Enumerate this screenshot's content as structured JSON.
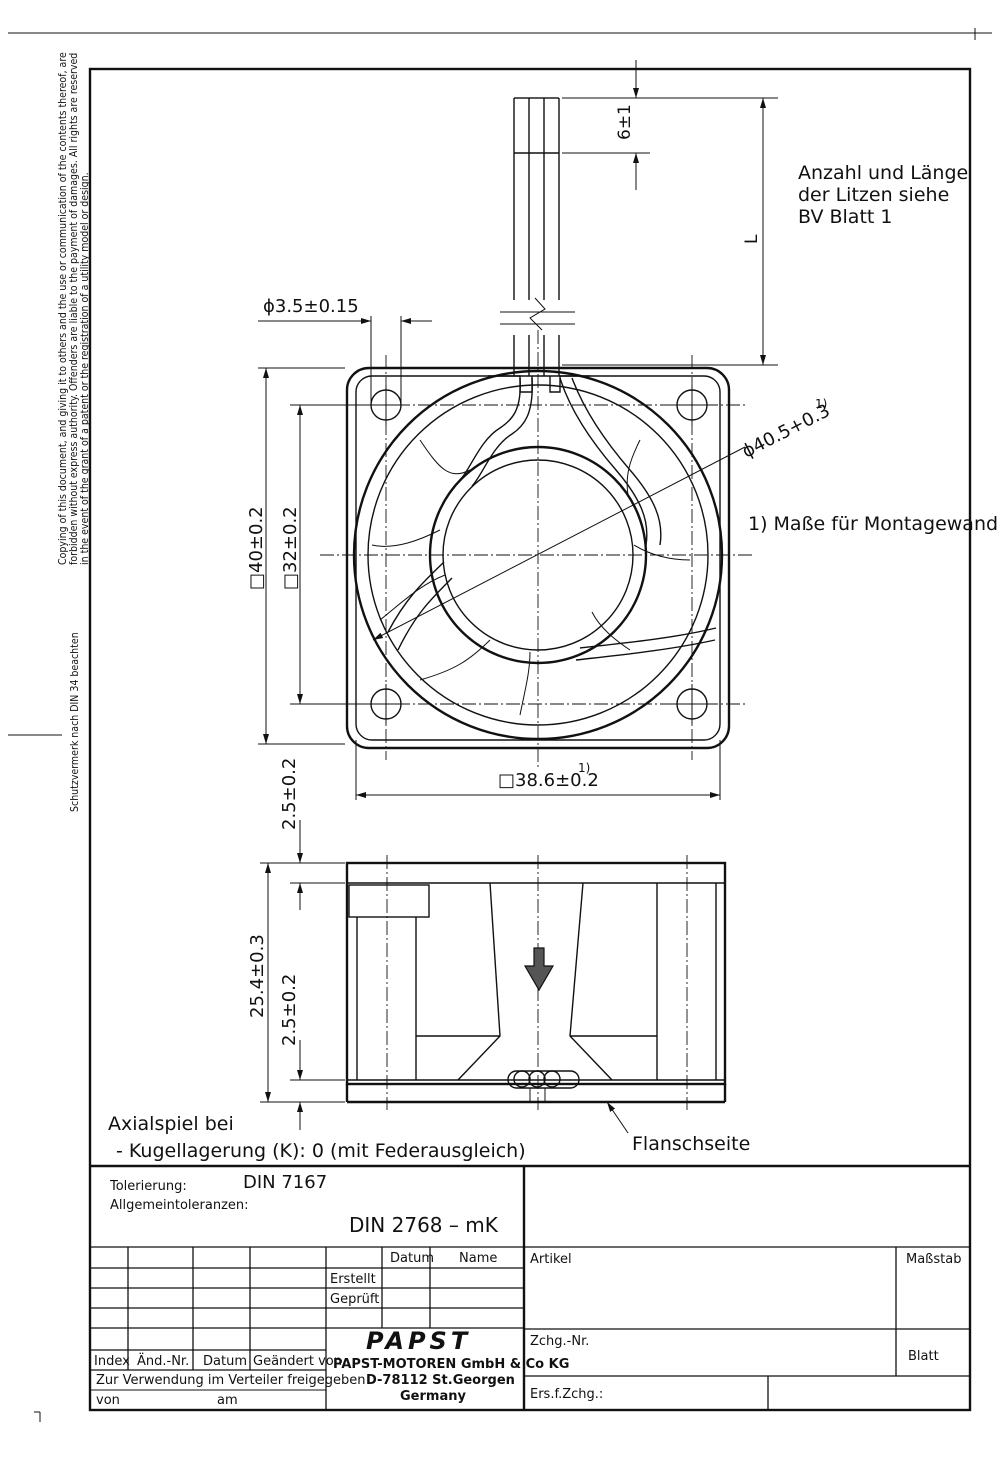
{
  "margin_notes": {
    "copyright_line1": "Copying of this document, and giving it to others and the use or communication of the contents thereof, are",
    "copyright_line2": "forbidden without express authority. Offenders are liable to the payment of damages. All rights are reserved",
    "copyright_line3": "in the event of the grant of a patent or the registration of a utility model or design.",
    "protection_note": "Schutzvermerk nach DIN 34 beachten"
  },
  "drawing": {
    "dim_lead_offset": "6±1",
    "dim_lead_length": "L",
    "note_leads_line1": "Anzahl und Länge",
    "note_leads_line2": "der Litzen siehe",
    "note_leads_line3": "BV Blatt 1",
    "dim_hole": "ϕ3.5±0.15",
    "dim_diameter": "ϕ40.5+0.3",
    "dim_diameter_footnote": "1)",
    "note_footnote": "1) Maße für Montagewand",
    "dim_outer_square": "□40±0.2",
    "dim_hole_spacing": "□32±0.2",
    "dim_frame_width": "□38.6±0.2",
    "dim_frame_footnote": "1)",
    "dim_flange_top": "2.5±0.2",
    "dim_height": "25.4±0.3",
    "dim_flange_bottom": "2.5±0.2",
    "note_axial_line1": "Axialspiel bei",
    "note_axial_line2": "- Kugellagerung (K): 0 (mit Federausgleich)",
    "label_flange_side": "Flanschseite"
  },
  "title_block": {
    "tolerance_label": "Tolerierung:",
    "tolerance_value": "DIN 7167",
    "general_tolerance_label": "Allgemeintoleranzen:",
    "general_tolerance_value": "DIN  2768  –  mK",
    "col_datum": "Datum",
    "col_name": "Name",
    "row_created": "Erstellt",
    "row_checked": "Geprüft",
    "rev_index": "Index",
    "rev_change_no": "Änd.-Nr.",
    "rev_date": "Datum",
    "rev_changed_by": "Geändert von",
    "release_line": "Zur Verwendung im Verteiler freigegeben",
    "release_from": "von",
    "release_at": "am",
    "company_logo": "PAPST",
    "company_name": "PAPST-MOTOREN GmbH & Co KG",
    "company_address": "D-78112 St.Georgen",
    "company_country": "Germany",
    "article_label": "Artikel",
    "scale_label": "Maßstab",
    "drawing_no_label": "Zchg.-Nr.",
    "sheet_label": "Blatt",
    "replacement_label": "Ers.f.Zchg.:"
  }
}
